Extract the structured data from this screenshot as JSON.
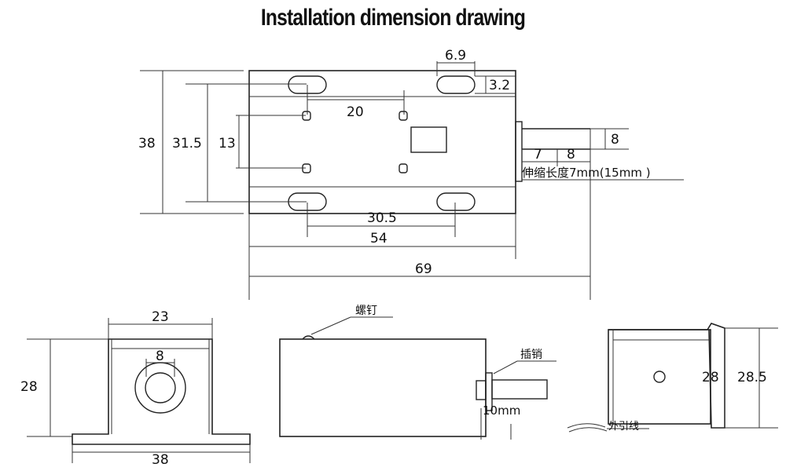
{
  "title": "Installation dimension drawing",
  "top_view": {
    "dims": {
      "total_length": "69",
      "height": "38",
      "hole_span": "31.5",
      "small_hole_span": "13",
      "slot_width": "6.9",
      "slot_height": "3.2",
      "hole_pitch": "20",
      "slot_pitch": "30.5",
      "body_length": "54",
      "pin_dia": "8",
      "stroke_a": "7",
      "stroke_b": "8"
    },
    "stroke_note": "伸缩长度7mm(15mm )"
  },
  "front_view": {
    "dims": {
      "width": "23",
      "height": "28",
      "base": "38",
      "pin_dia": "8"
    }
  },
  "side_view": {
    "labels": {
      "screw": "螺钉",
      "pin": "插销",
      "travel": "10mm"
    }
  },
  "end_view": {
    "dims": {
      "inner_height": "28",
      "outer_height": "28.5"
    },
    "labels": {
      "lead_wire": "外引线"
    }
  }
}
